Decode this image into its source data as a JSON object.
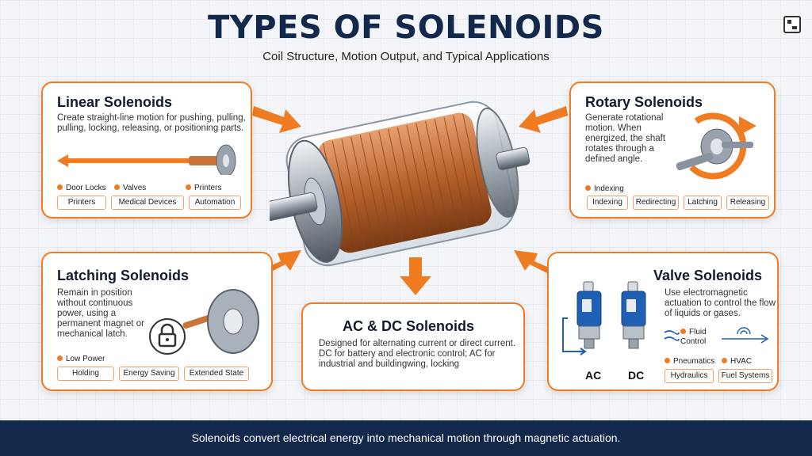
{
  "title": "TYPES OF SOLENOIDS",
  "subtitle": "Coil Structure, Motion Output, and Typical Applications",
  "linear": {
    "title": "Linear Solenoids",
    "desc": "Create straight-line motion for pushing, pulling, pulling, locking, releasing, or positioning parts.",
    "bullets": [
      "Door Locks",
      "Valves",
      "Printers"
    ],
    "tags": [
      "Printers",
      "Medical Devices",
      "Automation"
    ]
  },
  "rotary": {
    "title": "Rotary Solenoids",
    "desc": "Generate rotational motion. When energized, the shaft rotates through a defined angle.",
    "bullets": [
      "Indexing"
    ],
    "tags": [
      "Indexing",
      "Redirecting",
      "Latching",
      "Releasing"
    ]
  },
  "latching": {
    "title": "Latching Solenoids",
    "desc": "Remain in position without continuous power, using a permanent magnet or mechanical latch.",
    "bullets": [
      "Low Power"
    ],
    "tags": [
      "Holding",
      "Energy Saving",
      "Extended State"
    ]
  },
  "acdc": {
    "title": "AC & DC Solenoids",
    "desc": "Designed for alternating current or direct current. DC for battery and electronic control; AC for industrial and buildingwing, locking"
  },
  "valve": {
    "title": "Valve Solenoids",
    "desc": "Use electromagnetic actuation to control the flow of liquids or gases.",
    "fluid_label": "Fluid Control",
    "ac_label": "AC",
    "dc_label": "DC",
    "bullets": [
      "Pneumatics",
      "HVAC"
    ],
    "tags": [
      "Hydraulics",
      "Fuel Systems"
    ]
  },
  "footer": "Solenoids convert electrical energy into mechanical motion through magnetic actuation.",
  "colors": {
    "accent": "#f07c22",
    "navy": "#13294b",
    "copper": "#c8743a",
    "valve_blue": "#1f5fb4"
  },
  "icons": [
    "qr-code-icon",
    "lock-icon",
    "rotation-arrow-icon",
    "flow-arrow-icon",
    "hvac-icon"
  ]
}
